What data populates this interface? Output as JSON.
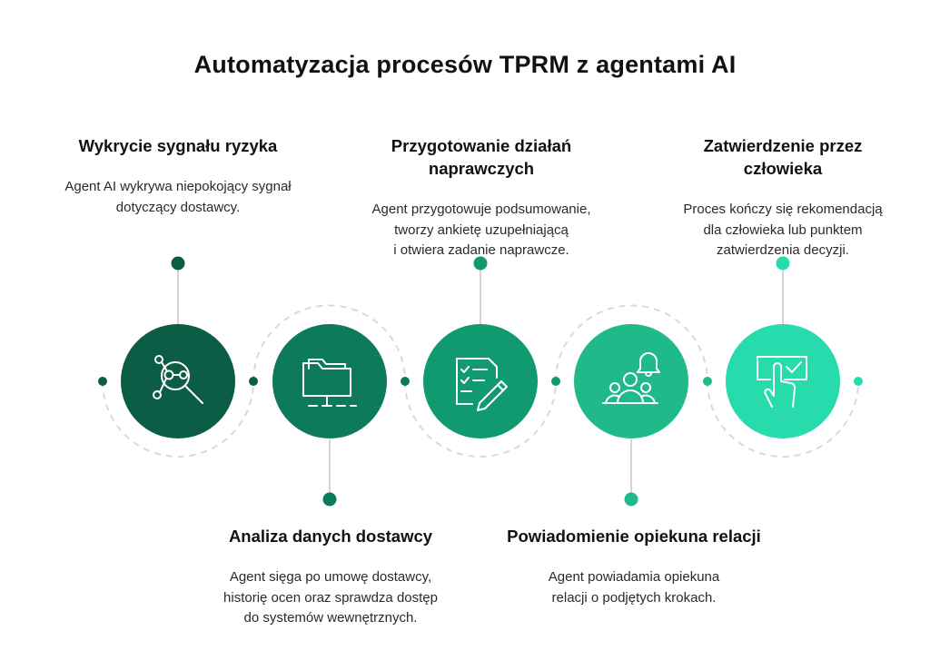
{
  "title": "Automatyzacja procesów TPRM z agentami AI",
  "colors": {
    "step1": "#0b5d45",
    "step2": "#0c7a5b",
    "step3": "#119a70",
    "step4": "#1fb98a",
    "step5": "#27dbac",
    "dashed": "#d9d9d9",
    "pin_line": "#d4d4d4"
  },
  "steps": [
    {
      "title": "Wykrycie sygnału ryzyka",
      "description": "Agent AI wykrywa niepokojący sygnał\ndotyczący dostawcy.",
      "icon": "magnifier-network-icon"
    },
    {
      "title": "Analiza danych dostawcy",
      "description": "Agent sięga po umowę dostawcy,\nhistorię ocen oraz sprawdza dostęp\ndo systemów wewnętrznych.",
      "icon": "folder-network-icon"
    },
    {
      "title": "Przygotowanie działań\nnaprawczych",
      "description": "Agent przygotowuje podsumowanie,\ntworzy ankietę uzupełniającą\ni otwiera zadanie naprawcze.",
      "icon": "checklist-pencil-icon"
    },
    {
      "title": "Powiadomienie opiekuna relacji",
      "description": "Agent powiadamia opiekuna\nrelacji o podjętych krokach.",
      "icon": "people-bell-icon"
    },
    {
      "title": "Zatwierdzenie przez\nczłowieka",
      "description": "Proces kończy się rekomendacją\ndla człowieka lub punktem\nzatwierdzenia decyzji.",
      "icon": "hand-approve-icon"
    }
  ]
}
